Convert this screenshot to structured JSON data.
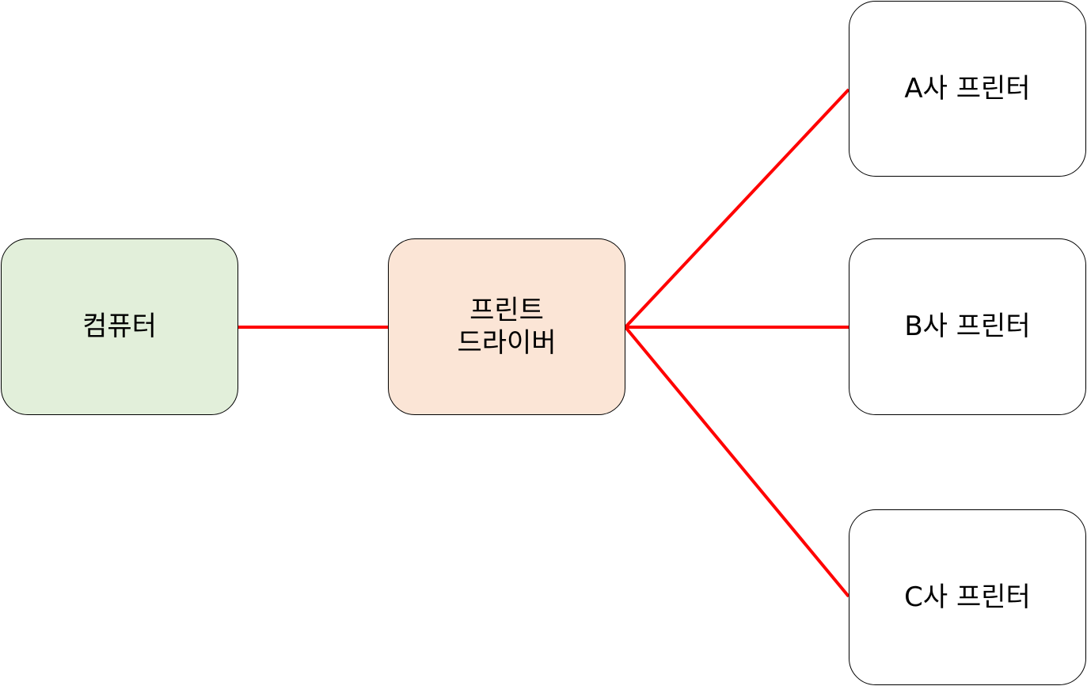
{
  "diagram": {
    "nodes": {
      "computer": {
        "lines": [
          "컴퓨터"
        ],
        "fill": "#e2efda"
      },
      "driver": {
        "lines": [
          "프린트",
          "드라이버"
        ],
        "fill": "#fbe5d6"
      },
      "printer_a": {
        "lines": [
          "A사 프린터"
        ],
        "fill": "#ffffff"
      },
      "printer_b": {
        "lines": [
          "B사 프린터"
        ],
        "fill": "#ffffff"
      },
      "printer_c": {
        "lines": [
          "C사 프린터"
        ],
        "fill": "#ffffff"
      }
    },
    "edges": [
      {
        "from": "computer",
        "to": "driver"
      },
      {
        "from": "driver",
        "to": "printer_a"
      },
      {
        "from": "driver",
        "to": "printer_b"
      },
      {
        "from": "driver",
        "to": "printer_c"
      }
    ],
    "edge_color": "#ff0000",
    "border_color": "#000000"
  }
}
